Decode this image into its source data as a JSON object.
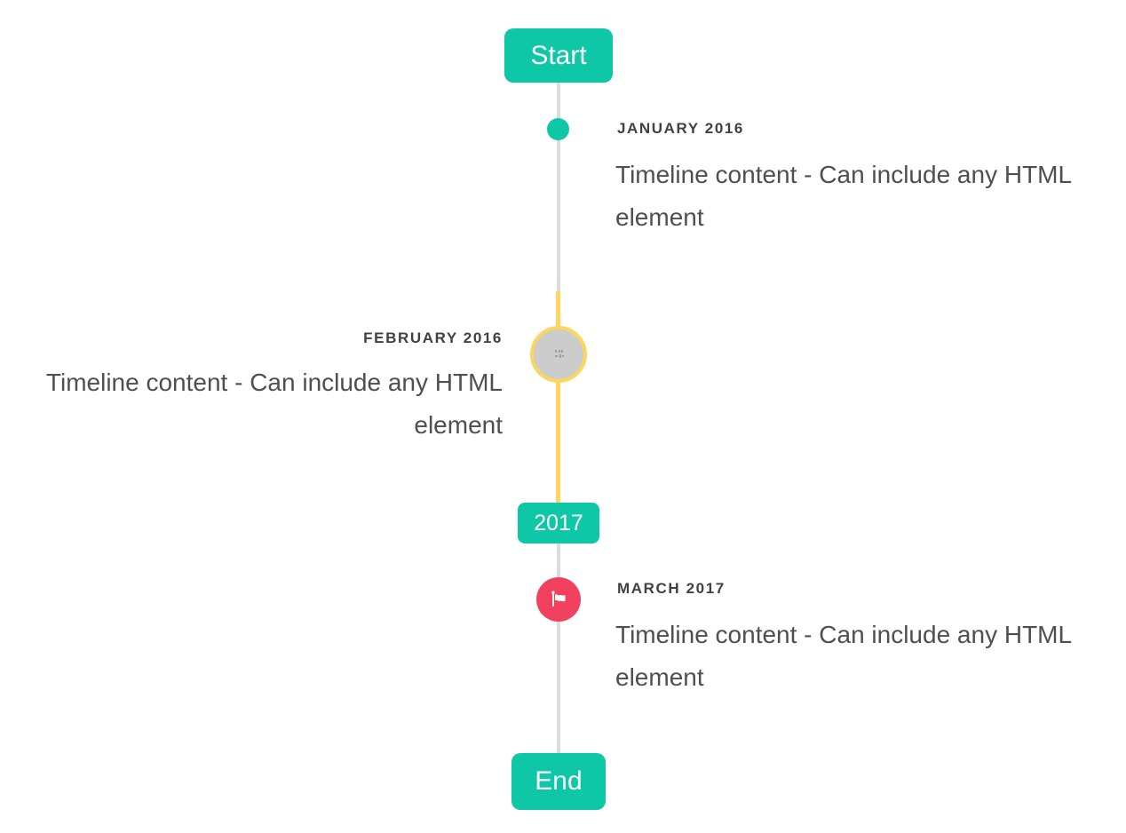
{
  "timeline": {
    "colors": {
      "accent": "#0dc7a6",
      "line": "#dcdcdc",
      "highlight": "#fdd65e",
      "flag": "#f1415f",
      "title_text": "#414141",
      "content_text": "#4f4f4f",
      "image_fill": "#cccccc"
    },
    "start_label": "Start",
    "end_label": "End",
    "year_badge_label": "2017",
    "items": [
      {
        "title": "JANUARY 2016",
        "content": "Timeline content - Can include any HTML element",
        "side": "right",
        "marker": "dot"
      },
      {
        "title": "FEBRUARY 2016",
        "content": "Timeline content - Can include any HTML element",
        "side": "left",
        "marker": "broken-image",
        "highlighted": true
      },
      {
        "title": "MARCH 2017",
        "content": "Timeline content - Can include any HTML element",
        "side": "right",
        "marker": "flag"
      }
    ]
  }
}
